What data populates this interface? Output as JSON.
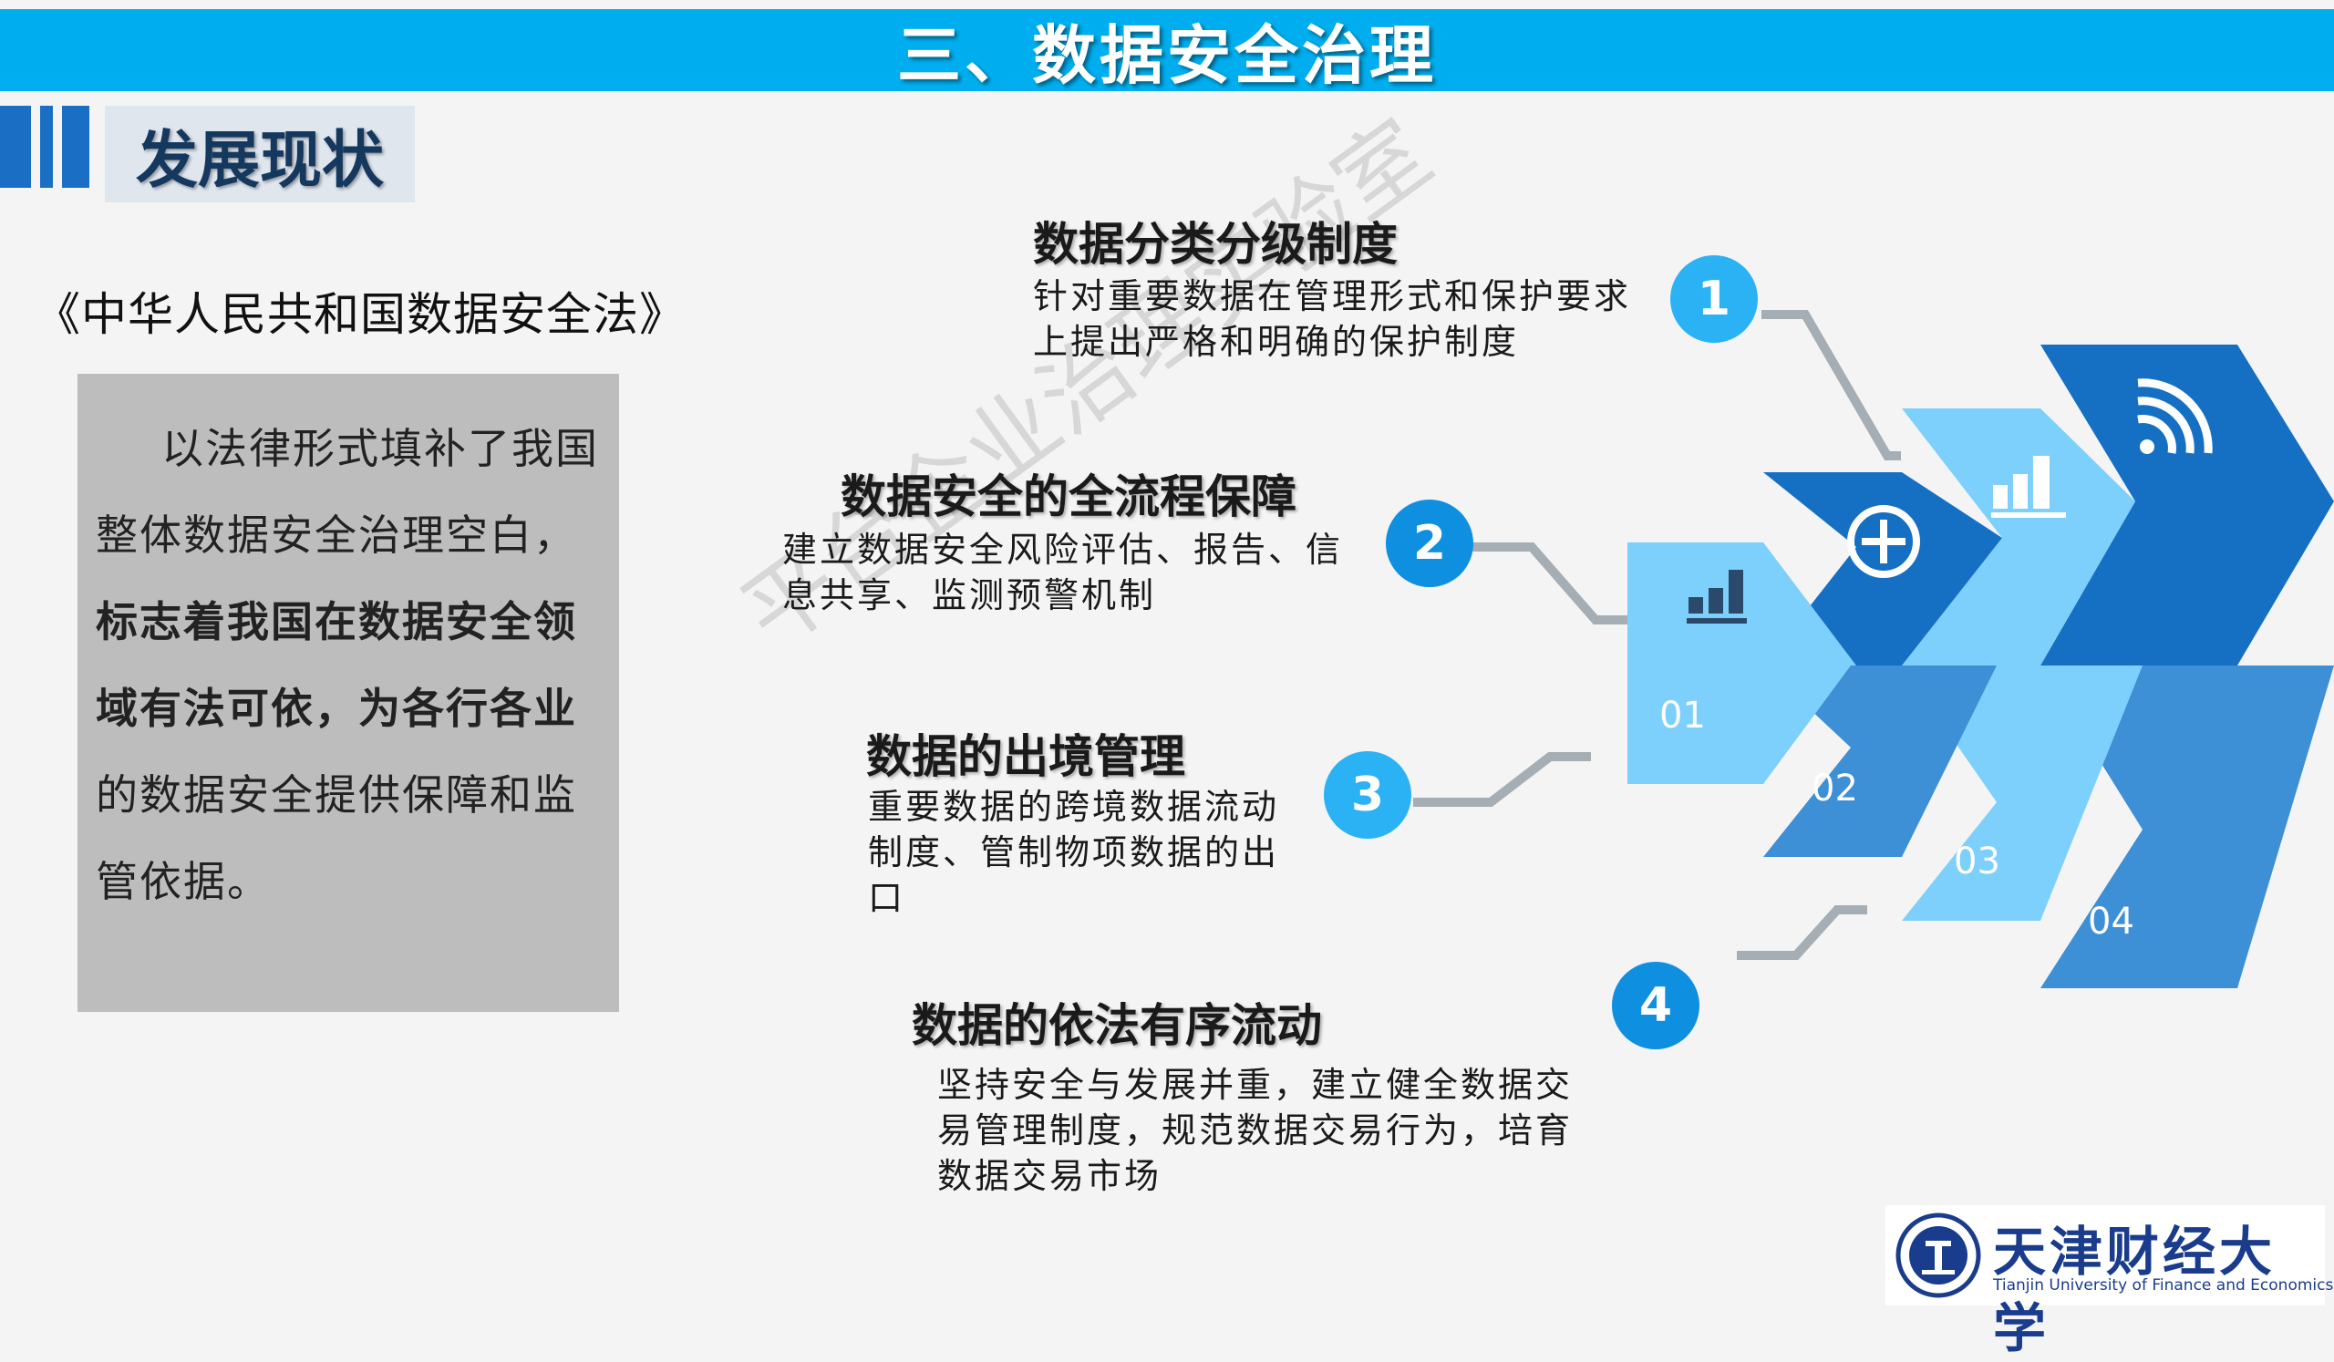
{
  "header": {
    "title": "三、数据安全治理"
  },
  "section": {
    "title": "发展现状"
  },
  "law": {
    "title": "《中华人民共和国数据安全法》",
    "lines": [
      "以法律形式填补了我国",
      "整体数据安全治理空白，",
      "标志着我国在数据安全领",
      "域有法可依，为各行各业",
      "的数据安全提供保障和监",
      "管依据。"
    ]
  },
  "items": [
    {
      "number": "1",
      "title": "数据分类分级制度",
      "desc": [
        "针对重要数据在管理形式和保护要求",
        "上提出严格和明确的保护制度"
      ]
    },
    {
      "number": "2",
      "title": "数据安全的全流程保障",
      "desc": [
        "建立数据安全风险评估、报告、信",
        "息共享、监测预警机制"
      ]
    },
    {
      "number": "3",
      "title": "数据的出境管理",
      "desc": [
        "重要数据的跨境数据流动",
        "制度、管制物项数据的出",
        "口"
      ]
    },
    {
      "number": "4",
      "title": "数据的依法有序流动",
      "desc": [
        "坚持安全与发展并重，建立健全数据交",
        "易管理制度，规范数据交易行为，培育",
        "数据交易市场"
      ]
    }
  ],
  "steps": [
    "01",
    "02",
    "03",
    "04"
  ],
  "icons": [
    "bar-chart-icon",
    "plus-circle-icon",
    "bar-chart-icon",
    "wifi-signal-icon"
  ],
  "watermark": "平台企业治理实验室",
  "logo": {
    "cn": "天津财经大学",
    "en": "Tianjin University of Finance and Economics"
  },
  "colors": {
    "title_bar": "#00aeef",
    "dark_blue": "#1570c4",
    "mid_blue": "#3d8fd6",
    "light_blue": "#7dd0fb",
    "circle": "#0e8fe0"
  }
}
